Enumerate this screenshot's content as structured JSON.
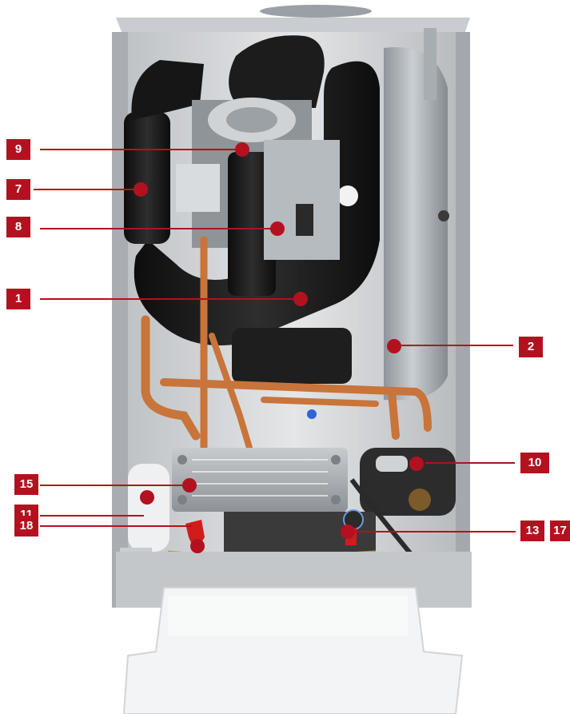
{
  "callouts": [
    {
      "label": "9"
    },
    {
      "label": "7"
    },
    {
      "label": "8"
    },
    {
      "label": "1"
    },
    {
      "label": "2"
    },
    {
      "label": "10"
    },
    {
      "label": "15"
    },
    {
      "label": "11"
    },
    {
      "label": "18"
    },
    {
      "label": "13"
    },
    {
      "label": "17"
    }
  ],
  "colors": {
    "accent": "#b3111f",
    "casing": "#d6d8da",
    "copper": "#c8743a",
    "black_part": "#1a1a1a"
  }
}
